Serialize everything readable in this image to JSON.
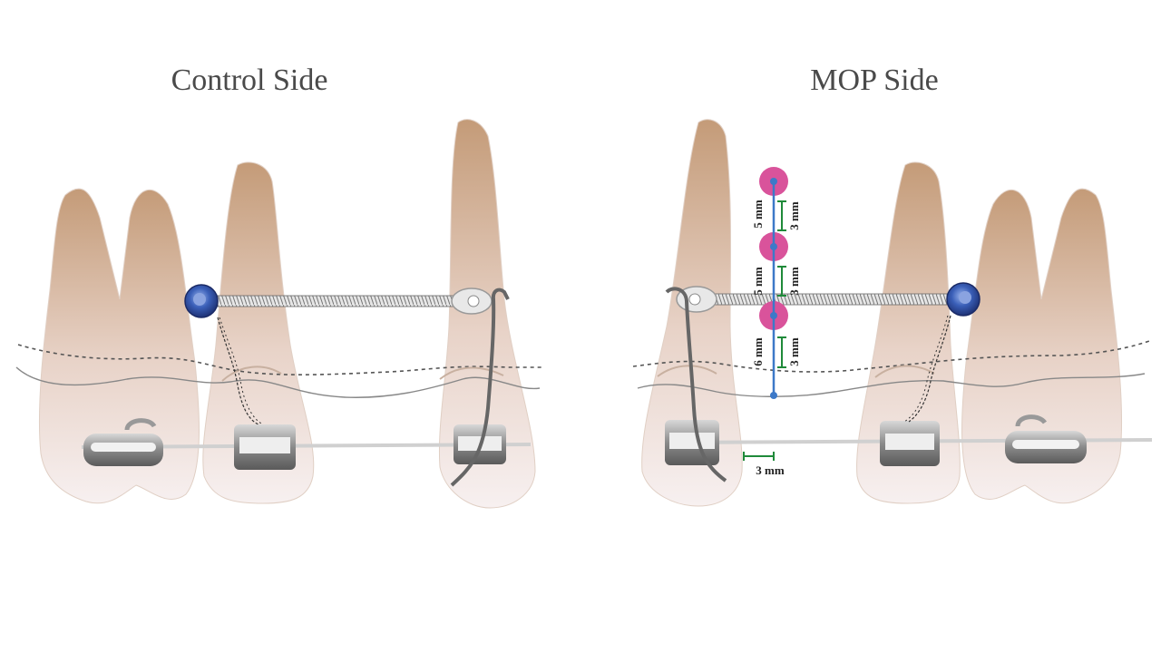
{
  "panels": {
    "left_title": "Control Side",
    "right_title": "MOP Side"
  },
  "measurements": {
    "vertical_5mm_a": "5 mm",
    "vertical_3mm_a": "3 mm",
    "vertical_5mm_b": "5 mm",
    "vertical_3mm_b": "3 mm",
    "vertical_6mm": "6 mm",
    "vertical_3mm_c": "3 mm",
    "horizontal_3mm": "3 mm"
  },
  "colors": {
    "tooth_top": "#c9a585",
    "tooth_bottom": "#f6eeee",
    "perforation": "#d9539b",
    "measure_line": "#3d79c8",
    "measure_bracket": "#1f8a3a",
    "implant": "#3a5fb8"
  }
}
